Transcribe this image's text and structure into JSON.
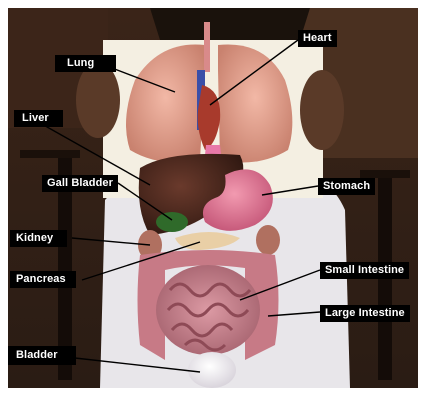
{
  "labels": {
    "heart": "Heart",
    "lung": "Lung",
    "liver": "Liver",
    "gall_bladder": "Gall Bladder",
    "stomach": "Stomach",
    "kidney": "Kidney",
    "pancreas": "Pancreas",
    "small_intestine": "Small Intestine",
    "large_intestine": "Large Intestine",
    "bladder": "Bladder"
  },
  "colors": {
    "label_background": "#000000",
    "label_text": "#ffffff",
    "leader_line": "#000000"
  }
}
